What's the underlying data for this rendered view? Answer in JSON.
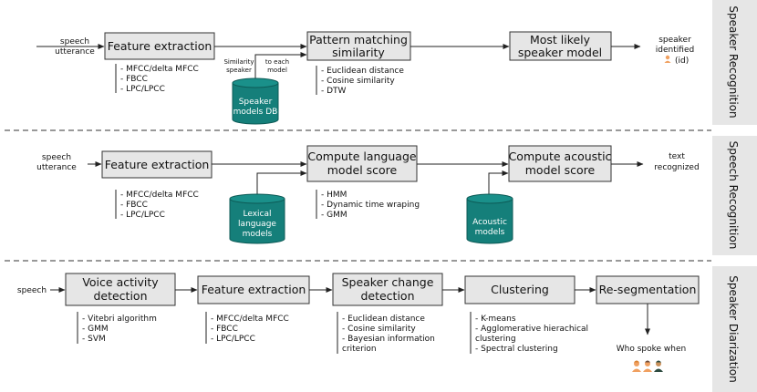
{
  "sections": {
    "speaker_recognition": {
      "label": "Speaker Recognition",
      "input": [
        "speech",
        "utterance"
      ],
      "boxes": {
        "feature": "Feature extraction",
        "pattern": [
          "Pattern matching",
          "similarity"
        ],
        "likely": [
          "Most likely",
          "speaker model"
        ]
      },
      "feature_notes": [
        "- MFCC/delta MFCC",
        "- FBCC",
        "- LPC/LPCC"
      ],
      "similarity_speaker": [
        "Similarity",
        "speaker"
      ],
      "to_each_model": [
        "to each",
        "model"
      ],
      "db": [
        "Speaker",
        "models DB"
      ],
      "pattern_notes": [
        "- Euclidean distance",
        "- Cosine similarity",
        "- DTW"
      ],
      "output": [
        "speaker",
        "identified",
        "(id)"
      ]
    },
    "speech_recognition": {
      "label": "Speech Recognition",
      "input": [
        "speech",
        "utterance"
      ],
      "boxes": {
        "feature": "Feature extraction",
        "language": [
          "Compute language",
          "model score"
        ],
        "acoustic": [
          "Compute acoustic",
          "model score"
        ]
      },
      "feature_notes": [
        "- MFCC/delta MFCC",
        "- FBCC",
        "- LPC/LPCC"
      ],
      "lexical_db": [
        "Lexical",
        "language",
        "models"
      ],
      "language_notes": [
        "- HMM",
        "- Dynamic time wraping",
        "- GMM"
      ],
      "acoustic_db": [
        "Acoustic",
        "models"
      ],
      "output": [
        "text",
        "recognized"
      ]
    },
    "speaker_diarization": {
      "label": "Speaker Diarization",
      "input": "speech",
      "boxes": {
        "vad": [
          "Voice activity",
          "detection"
        ],
        "feature": "Feature extraction",
        "change": [
          "Speaker change",
          "detection"
        ],
        "clustering": "Clustering",
        "reseg": "Re-segmentation"
      },
      "vad_notes": [
        "- Vitebri algorithm",
        "- GMM",
        "- SVM"
      ],
      "feature_notes": [
        "- MFCC/delta MFCC",
        "- FBCC",
        "- LPC/LPCC"
      ],
      "change_notes": [
        "- Euclidean distance",
        "- Cosine similarity",
        "- Bayesian information",
        "criterion"
      ],
      "clustering_notes": [
        "- K-means",
        "- Agglomerative hierachical",
        "clustering",
        "- Spectral clustering"
      ],
      "output": "Who spoke when"
    }
  },
  "colors": {
    "box_fill": "#e6e6e6",
    "db_fill": "#157f7a",
    "side_panel": "#e6e6e6",
    "person_skin": "#f0a060",
    "person_hair_2": "#6a4a3a",
    "person_hair_3": "#2c4a3f"
  }
}
